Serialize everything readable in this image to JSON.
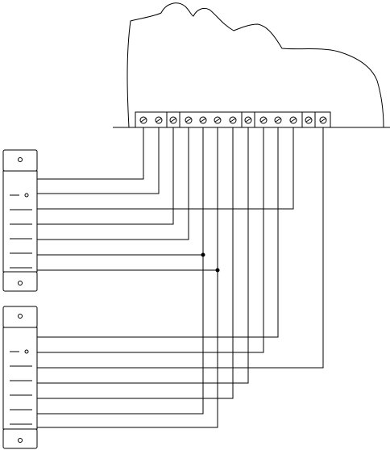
{
  "diagram": {
    "colors": {
      "stroke": "#000000",
      "background": "#ffffff"
    },
    "terminal_block": {
      "terminal_count": 13,
      "highlighted_terminals": [
        3,
        8,
        12
      ]
    },
    "connectors": [
      {
        "name": "upper",
        "wire_count": 7
      },
      {
        "name": "lower",
        "wire_count": 7
      }
    ],
    "junction_dots": 2
  }
}
